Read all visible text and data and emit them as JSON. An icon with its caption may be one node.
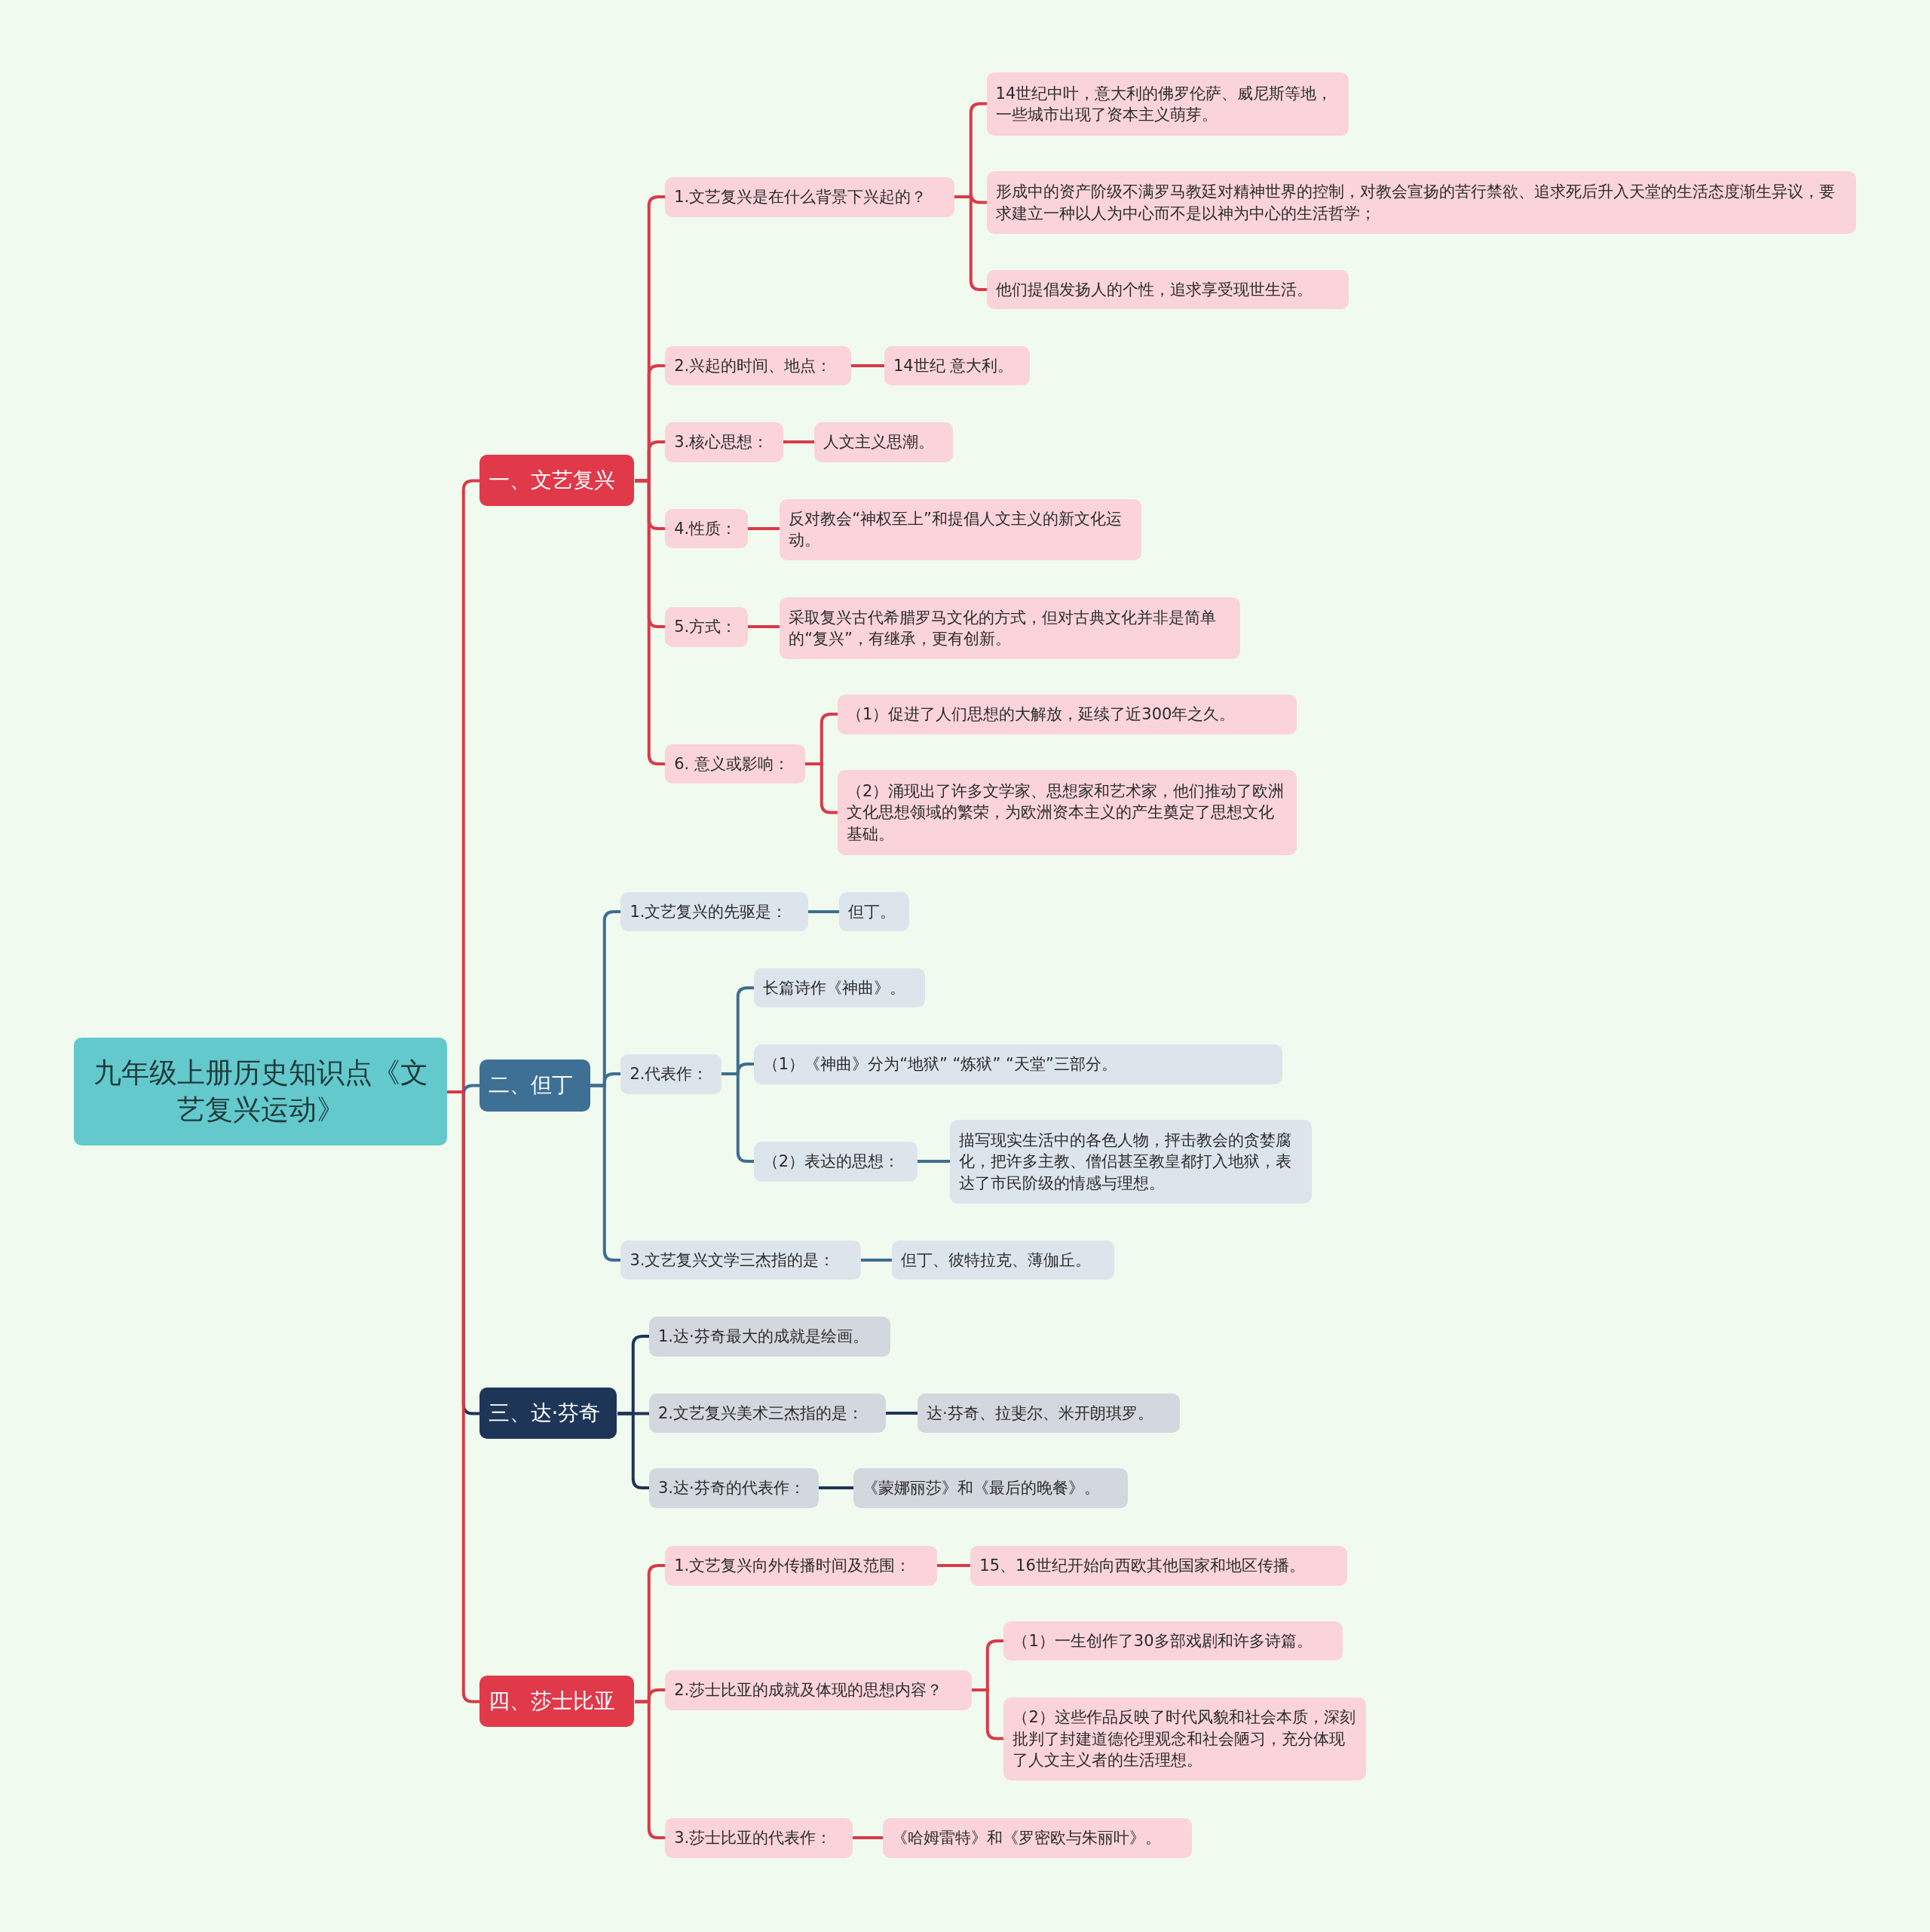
{
  "diagram": {
    "nodes": [
      {
        "text": [
          "九年级上册历史知识点《文艺复兴运动》"
        ]
      },
      {
        "text": [
          "一、文艺复兴"
        ]
      },
      {
        "text": [
          "1.文艺复兴是在什么背景下兴起的？"
        ]
      },
      {
        "text": [
          "14世纪中叶，意大利的佛罗伦萨、威尼斯等地，一些城市出现了资本主义萌芽。"
        ]
      },
      {
        "text": [
          "形成中的资产阶级不满罗马教廷对精神世界的控制，对教会宣扬的苦行禁欲、追求死后升入天堂的生活态度渐生异议，要求建立一种以人为中心而不是以神为中心的生活哲学；"
        ]
      },
      {
        "text": [
          "他们提倡发扬人的个性，追求享受现世生活。"
        ]
      },
      {
        "text": [
          "2.兴起的时间、地点："
        ]
      },
      {
        "text": [
          "14世纪 意大利。"
        ]
      },
      {
        "text": [
          "3.核心思想："
        ]
      },
      {
        "text": [
          "人文主义思潮。"
        ]
      },
      {
        "text": [
          "4.性质："
        ]
      },
      {
        "text": [
          "反对教会“神权至上”和提倡人文主义的新文化运动。"
        ]
      },
      {
        "text": [
          "5.方式："
        ]
      },
      {
        "text": [
          "采取复兴古代希腊罗马文化的方式，但对古典文化并非是简单的“复兴”，有继承，更有创新。"
        ]
      },
      {
        "text": [
          "6. 意义或影响："
        ]
      },
      {
        "text": [
          "（1）促进了人们思想的大解放，延续了近300年之久。"
        ]
      },
      {
        "text": [
          "（2）涌现出了许多文学家、思想家和艺术家，他们推动了欧洲文化思想领域的繁荣，为欧洲资本主义的产生奠定了思想文化基础。"
        ]
      },
      {
        "text": [
          "二、但丁"
        ]
      },
      {
        "text": [
          "1.文艺复兴的先驱是："
        ]
      },
      {
        "text": [
          "但丁。"
        ]
      },
      {
        "text": [
          "2.代表作："
        ]
      },
      {
        "text": [
          "长篇诗作《神曲》。"
        ]
      },
      {
        "text": [
          "（1）《神曲》分为“地狱” “炼狱” “天堂”三部分。"
        ]
      },
      {
        "text": [
          "（2）表达的思想："
        ]
      },
      {
        "text": [
          "描写现实生活中的各色人物，抨击教会的贪婪腐化，把许多主教、僧侣甚至教皇都打入地狱，表达了市民阶级的情感与理想。"
        ]
      },
      {
        "text": [
          "3.文艺复兴文学三杰指的是："
        ]
      },
      {
        "text": [
          "但丁、彼特拉克、薄伽丘。"
        ]
      },
      {
        "text": [
          "三、达·芬奇"
        ]
      },
      {
        "text": [
          "1.达·芬奇最大的成就是绘画。"
        ]
      },
      {
        "text": [
          "2.文艺复兴美术三杰指的是："
        ]
      },
      {
        "text": [
          "达·芬奇、拉斐尔、米开朗琪罗。"
        ]
      },
      {
        "text": [
          "3.达·芬奇的代表作："
        ]
      },
      {
        "text": [
          "《蒙娜丽莎》和《最后的晚餐》。"
        ]
      },
      {
        "text": [
          "四、莎士比亚"
        ]
      },
      {
        "text": [
          "1.文艺复兴向外传播时间及范围："
        ]
      },
      {
        "text": [
          "15、16世纪开始向西欧其他国家和地区传播。"
        ]
      },
      {
        "text": [
          "2.莎士比亚的成就及体现的思想内容？"
        ]
      },
      {
        "text": [
          "（1）一生创作了30多部戏剧和许多诗篇。"
        ]
      },
      {
        "text": [
          "（2）这些作品反映了时代风貌和社会本质，深刻批判了封建道德伦理观念和社会陋习，充分体现了人文主义者的生活理想。"
        ]
      },
      {
        "text": [
          "3.莎士比亚的代表作："
        ]
      },
      {
        "text": [
          "《哈姆雷特》和《罗密欧与朱丽叶》。"
        ]
      }
    ],
    "edges": [
      {
        "from": 0,
        "to": 1,
        "arrow": "none"
      },
      {
        "from": 0,
        "to": 17,
        "arrow": "none",
        "color": "#3e6e92"
      },
      {
        "from": 0,
        "to": 27,
        "arrow": "none",
        "color": "#1d3557"
      },
      {
        "from": 0,
        "to": 33,
        "arrow": "none"
      },
      {
        "from": 1,
        "to": 2,
        "arrow": "none"
      },
      {
        "from": 1,
        "to": 6,
        "arrow": "none"
      },
      {
        "from": 1,
        "to": 8,
        "arrow": "none"
      },
      {
        "from": 1,
        "to": 10,
        "arrow": "none"
      },
      {
        "from": 1,
        "to": 12,
        "arrow": "none"
      },
      {
        "from": 1,
        "to": 14,
        "arrow": "none"
      },
      {
        "from": 2,
        "to": 3,
        "arrow": "none"
      },
      {
        "from": 2,
        "to": 4,
        "arrow": "none"
      },
      {
        "from": 2,
        "to": 5,
        "arrow": "none"
      },
      {
        "from": 6,
        "to": 7,
        "arrow": "none"
      },
      {
        "from": 8,
        "to": 9,
        "arrow": "none"
      },
      {
        "from": 10,
        "to": 11,
        "arrow": "none"
      },
      {
        "from": 12,
        "to": 13,
        "arrow": "none"
      },
      {
        "from": 14,
        "to": 15,
        "arrow": "none"
      },
      {
        "from": 14,
        "to": 16,
        "arrow": "none"
      },
      {
        "from": 17,
        "to": 18,
        "arrow": "none",
        "color": "#3e6e92"
      },
      {
        "from": 17,
        "to": 20,
        "arrow": "none",
        "color": "#3e6e92"
      },
      {
        "from": 17,
        "to": 25,
        "arrow": "none",
        "color": "#3e6e92"
      },
      {
        "from": 18,
        "to": 19,
        "arrow": "none",
        "color": "#3e6e92"
      },
      {
        "from": 20,
        "to": 21,
        "arrow": "none",
        "color": "#3e6e92"
      },
      {
        "from": 20,
        "to": 22,
        "arrow": "none",
        "color": "#3e6e92"
      },
      {
        "from": 20,
        "to": 23,
        "arrow": "none",
        "color": "#3e6e92"
      },
      {
        "from": 23,
        "to": 24,
        "arrow": "none",
        "color": "#3e6e92"
      },
      {
        "from": 25,
        "to": 26,
        "arrow": "none",
        "color": "#3e6e92"
      },
      {
        "from": 27,
        "to": 28,
        "arrow": "none",
        "color": "#1d3557"
      },
      {
        "from": 27,
        "to": 29,
        "arrow": "none",
        "color": "#1d3557"
      },
      {
        "from": 27,
        "to": 31,
        "arrow": "none",
        "color": "#1d3557"
      },
      {
        "from": 29,
        "to": 30,
        "arrow": "none",
        "color": "#1d3557"
      },
      {
        "from": 31,
        "to": 32,
        "arrow": "none",
        "color": "#1d3557"
      },
      {
        "from": 33,
        "to": 34,
        "arrow": "none"
      },
      {
        "from": 33,
        "to": 36,
        "arrow": "none"
      },
      {
        "from": 33,
        "to": 39,
        "arrow": "none"
      },
      {
        "from": 34,
        "to": 35,
        "arrow": "none"
      },
      {
        "from": 36,
        "to": 37,
        "arrow": "none"
      },
      {
        "from": 36,
        "to": 38,
        "arrow": "none"
      },
      {
        "from": 39,
        "to": 40,
        "arrow": "none"
      }
    ]
  }
}
